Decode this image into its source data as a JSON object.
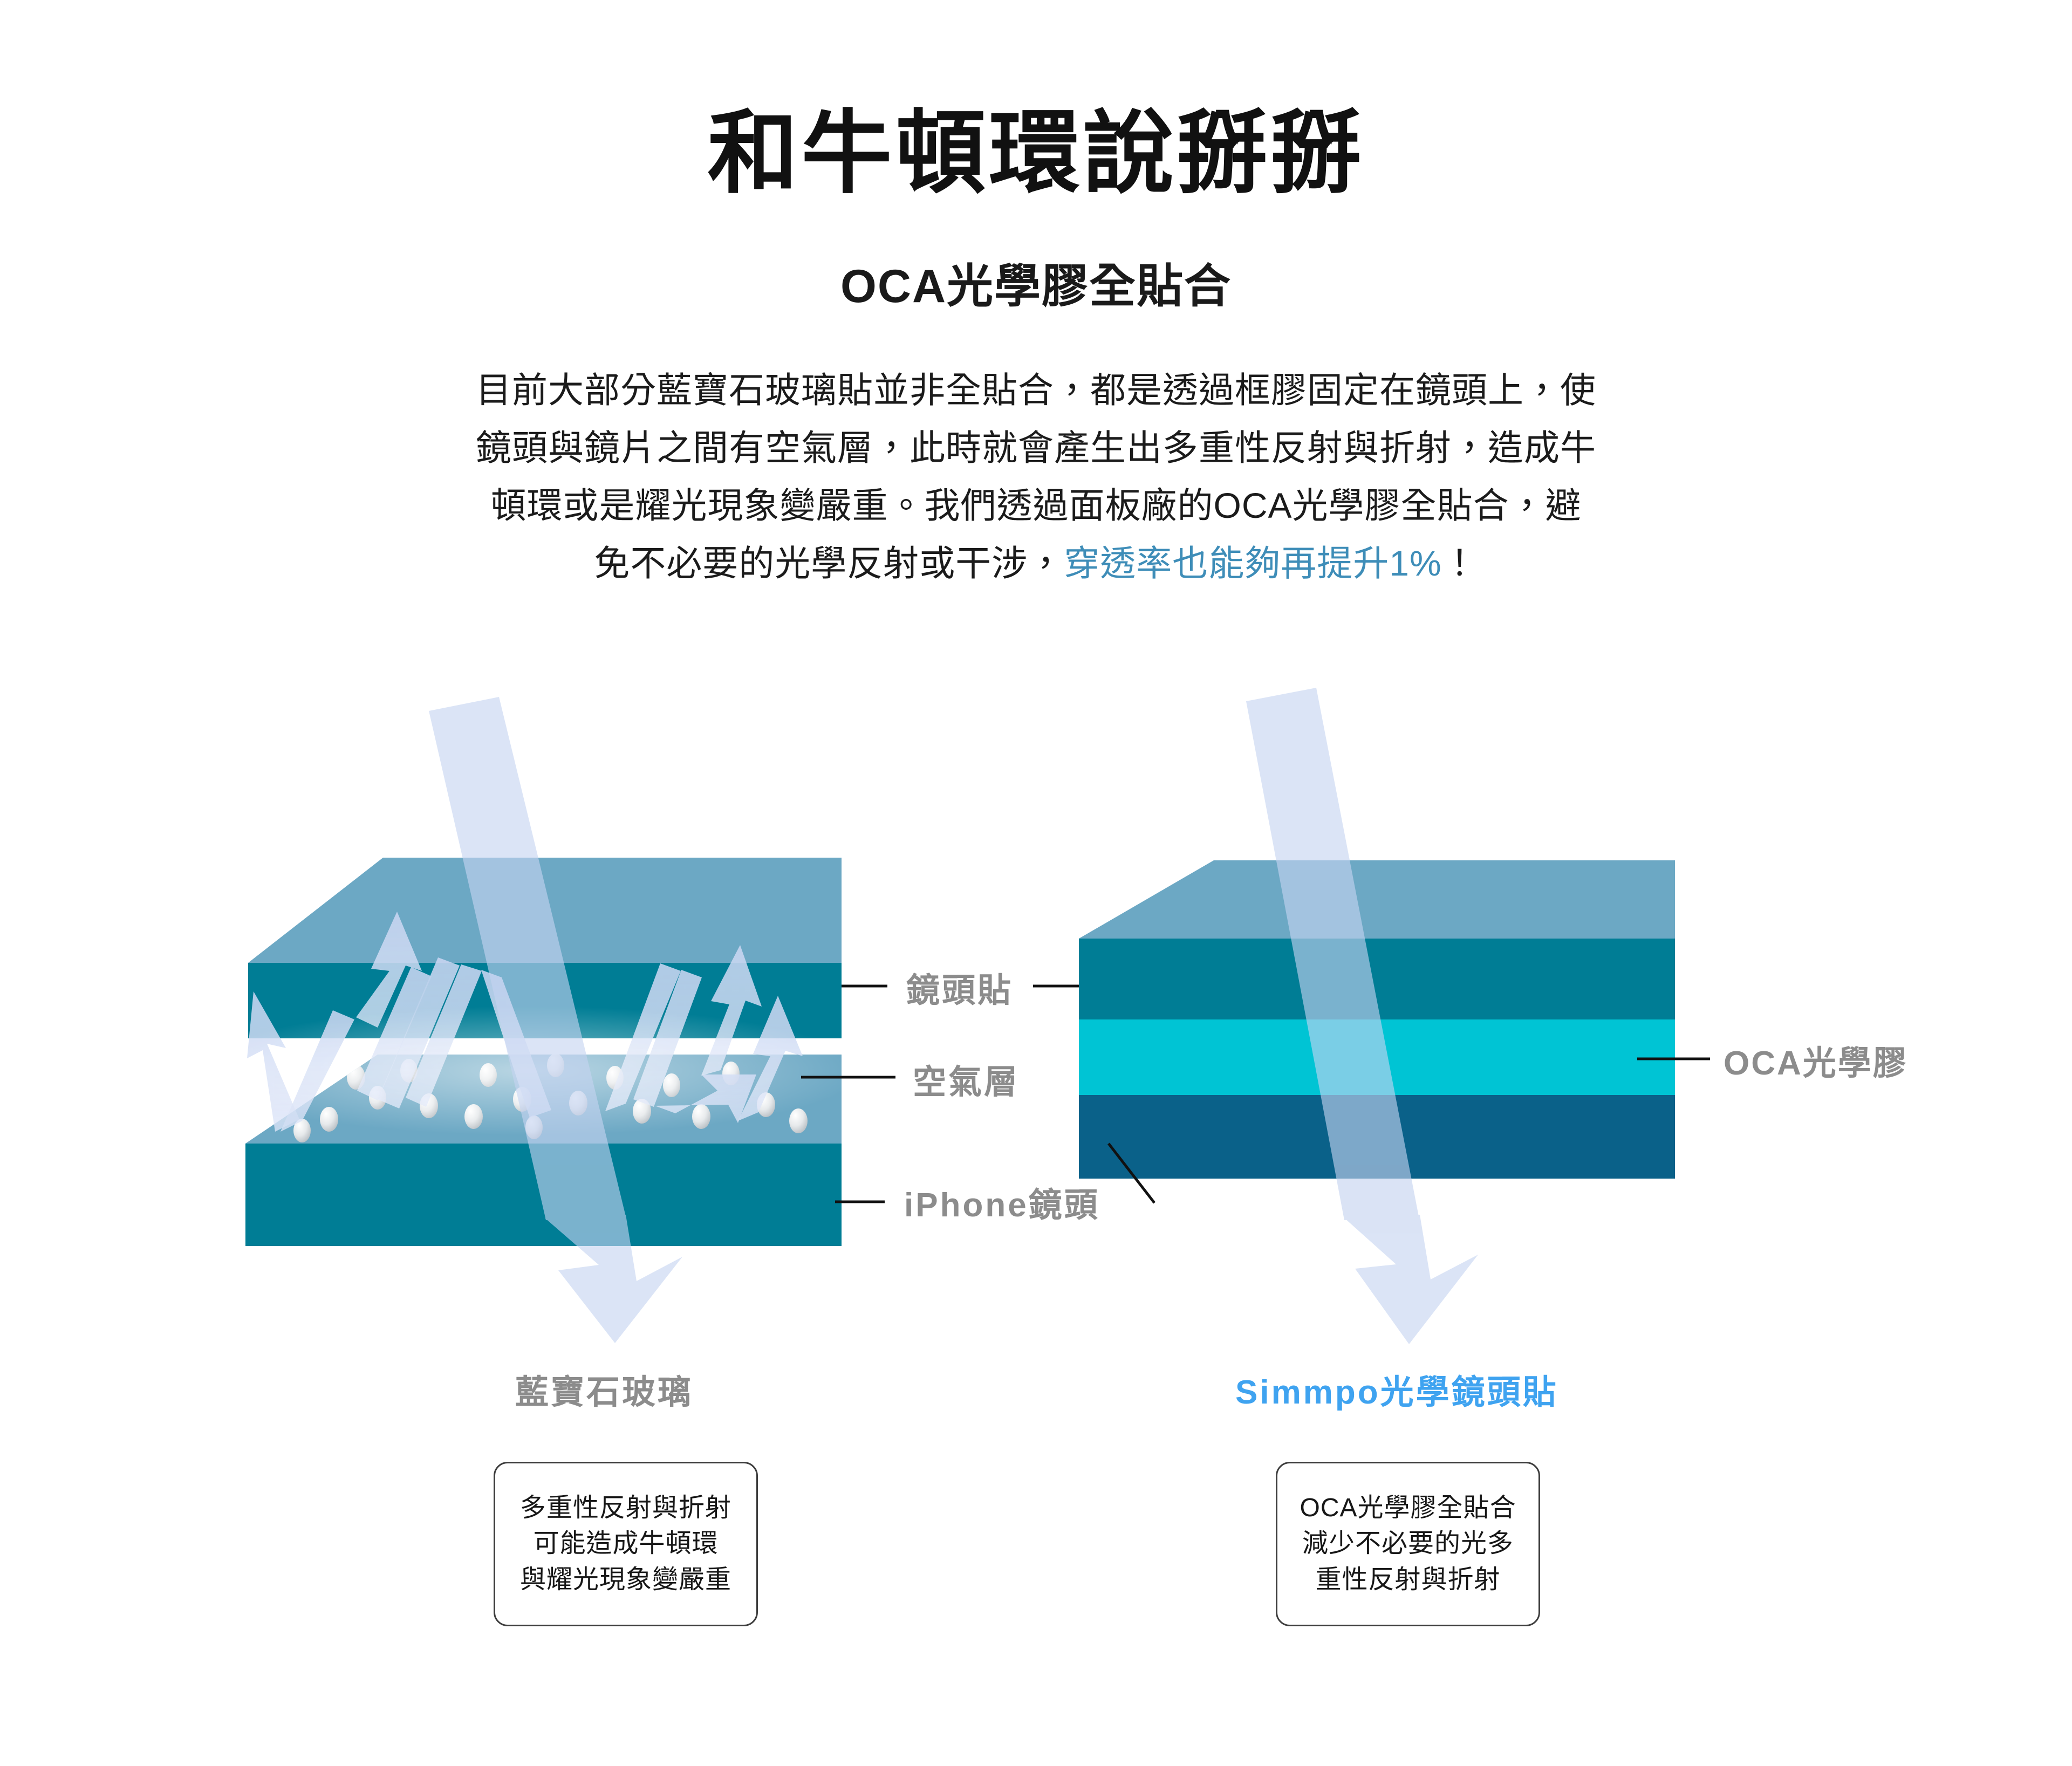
{
  "header": {
    "title": "和牛頓環說掰掰",
    "subtitle": "OCA光學膠全貼合",
    "body_line1": "目前大部分藍寶石玻璃貼並非全貼合，都是透過框膠固定在鏡頭上，使",
    "body_line2": "鏡頭與鏡片之間有空氣層，此時就會產生出多重性反射與折射，造成牛",
    "body_line3": "頓環或是耀光現象變嚴重。我們透過面板廠的OCA光學膠全貼合，避",
    "body_line4_prefix": "免不必要的光學反射或干涉，",
    "body_line4_highlight": "穿透率也能夠再提升1%",
    "body_line4_suffix": "！"
  },
  "callouts": {
    "lens_film": "鏡頭貼",
    "air_gap": "空氣層",
    "iphone_lens": "iPhone鏡頭",
    "oca_adhesive": "OCA光學膠"
  },
  "captions": {
    "left": "藍寶石玻璃",
    "right": "Simmpo光學鏡頭貼"
  },
  "info_left": {
    "line1": "多重性反射與折射",
    "line2": "可能造成牛頓環",
    "line3": "與耀光現象變嚴重"
  },
  "info_right": {
    "line1": "OCA光學膠全貼合",
    "line2": "減少不必要的光多",
    "line3": "重性反射與折射"
  },
  "colors": {
    "background": "#ffffff",
    "title_text": "#111111",
    "body_text": "#1b1b1b",
    "highlight_text": "#3e8db8",
    "callout_gray": "#8c8c8c",
    "caption_blue": "#3fa3f0",
    "slab_top_face": "#6ca8c4",
    "slab_front_teal": "#007d95",
    "oca_cyan": "#00c4d4",
    "lens_dark_blue": "#0a6189",
    "light_beam": "#c5d3f0",
    "reflect_arrow": "#c9d6f2",
    "leader_line": "#111111",
    "particle": "#d9dde0",
    "infobox_border": "#3d3d3d"
  }
}
